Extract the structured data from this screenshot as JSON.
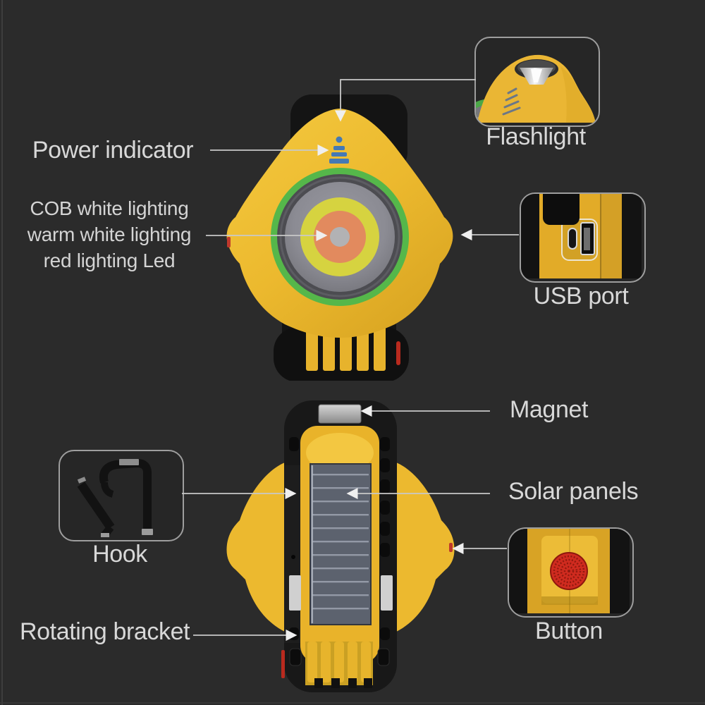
{
  "diagram_type": "product-annotation-diagram",
  "labels": {
    "power_indicator": "Power indicator",
    "cob": {
      "line1": "COB white lighting",
      "line2": "warm white lighting",
      "line3": "red lighting Led"
    },
    "flashlight": "Flashlight",
    "usb_port": "USB port",
    "magnet": "Magnet",
    "solar_panels": "Solar panels",
    "hook": "Hook",
    "rotating_bracket": "Rotating bracket",
    "button": "Button"
  },
  "icons": [
    "power-indicator-icon",
    "front-view-work-light",
    "back-view-work-light",
    "flashlight-closeup-icon",
    "usb-ports-closeup-icon",
    "hook-closeup-icon",
    "red-button-closeup-icon",
    "magnet-strip",
    "solar-panel",
    "connector-arrows"
  ],
  "colors": {
    "background": "#2b2b2b",
    "text": "#d8d8d8",
    "connector_line": "#c8c8c8",
    "callout_border": "#9e9e9e",
    "body_yellow": "#ecb92e",
    "lens_green_ring": "#55b74a",
    "lens_slate": "#8b8b93",
    "lens_yellow_green": "#d6d340",
    "lens_orange": "#e28a5e",
    "indicator_blue": "#4579b4",
    "button_red": "#d02b1f",
    "solar_panel_gray": "#5c626e",
    "magnet_gray": "#c0c0c0",
    "frame_black": "#161616",
    "accent_red": "#b92a1e"
  }
}
